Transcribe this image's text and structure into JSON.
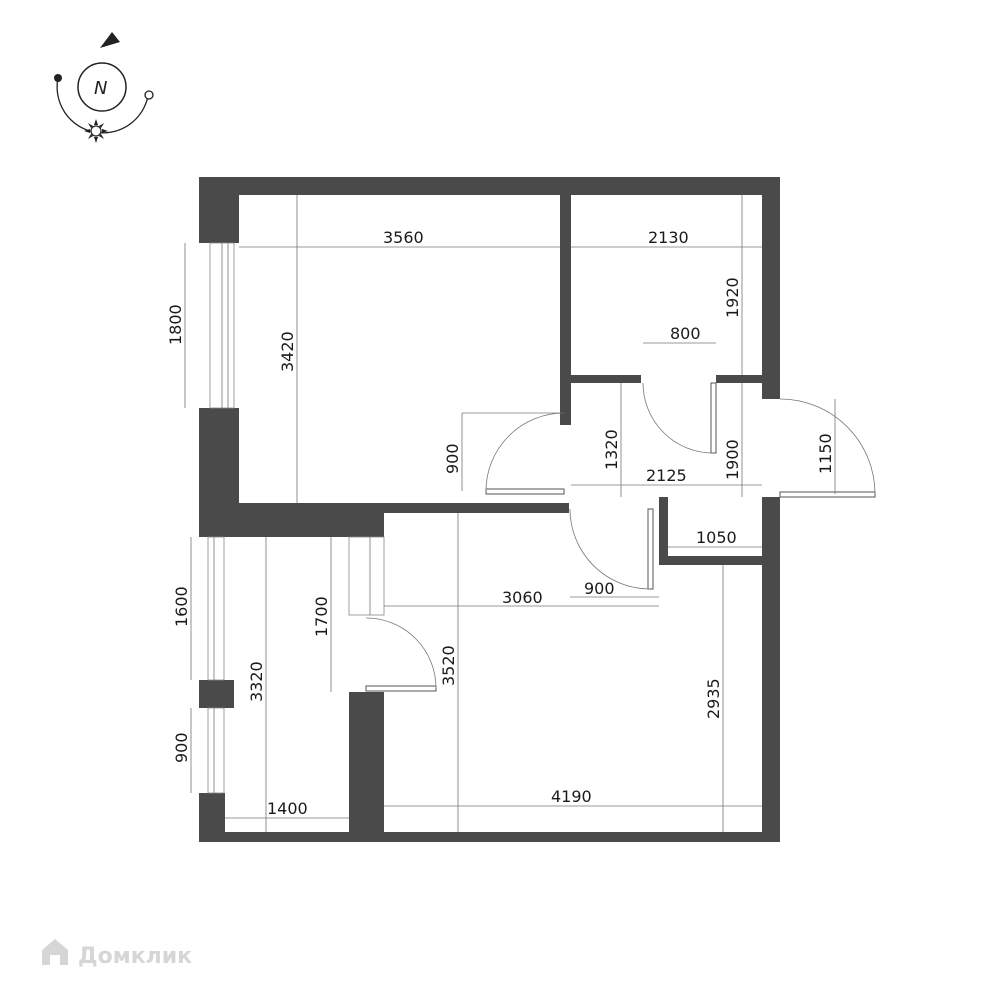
{
  "compass": {
    "label": "N"
  },
  "dimensions": {
    "room1_width": "3560",
    "room1_height": "3420",
    "window1": "1800",
    "room2_width": "2130",
    "room2_height": "1920",
    "door_800": "800",
    "hall_1320": "1320",
    "hall_1900": "1900",
    "hall_2125": "2125",
    "door_900_left": "900",
    "entry_1150": "1150",
    "niche_1050": "1050",
    "hall_3060": "3060",
    "door_900_mid": "900",
    "bath_1700": "1700",
    "living_3520": "3520",
    "living_2935": "2935",
    "living_4190": "4190",
    "balcony_3320": "3320",
    "balcony_1400": "1400",
    "window2": "1600",
    "window3": "900"
  },
  "watermark": {
    "text": "Домклик"
  }
}
